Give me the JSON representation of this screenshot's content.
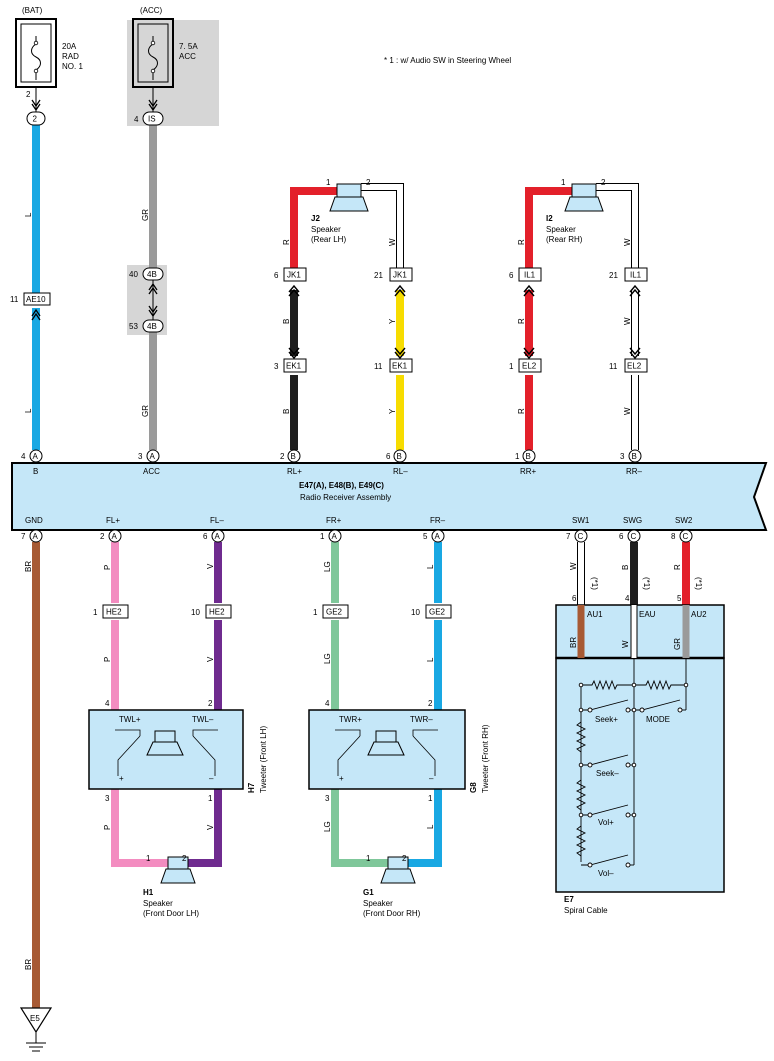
{
  "colors": {
    "L": "#19a8e3",
    "GR": "#9a9a9a",
    "B": "#1e1e1e",
    "Y": "#f7dc00",
    "R": "#e3202a",
    "W": "#ffffff",
    "BR": "#a75a34",
    "P": "#f38cc0",
    "V": "#6f2b8f",
    "LG": "#7fc79a",
    "module": "#c5e7f8",
    "shade": "#d6d6d6"
  },
  "note": "* 1 : w/ Audio SW in Steering Wheel",
  "fuses": {
    "bat": {
      "source": "(BAT)",
      "rating": "20A",
      "name1": "RAD",
      "name2": "NO. 1"
    },
    "acc": {
      "source": "(ACC)",
      "rating": "7. 5A",
      "name1": "ACC"
    }
  },
  "connectors": {
    "c2": "2",
    "cIS": "IS",
    "c4B1": "4B",
    "c4B2": "4B",
    "cAE10": "AE10",
    "cJK1a": "JK1",
    "cJK1b": "JK1",
    "cEK1a": "EK1",
    "cEK1b": "EK1",
    "cIL1a": "IL1",
    "cIL1b": "IL1",
    "cEL2a": "EL2",
    "cEL2b": "EL2",
    "cHE2a": "HE2",
    "cHE2b": "HE2",
    "cGE2a": "GE2",
    "cGE2b": "GE2"
  },
  "pins": {
    "p_fuse_bat": "2",
    "p_is": "4",
    "p_4b_top": "40",
    "p_4b_bot": "53",
    "p_ae10": "11",
    "p_j2_1": "1",
    "p_j2_2": "2",
    "p_jk1a": "6",
    "p_jk1b": "21",
    "p_ek1a": "3",
    "p_ek1b": "11",
    "p_i2_1": "1",
    "p_i2_2": "2",
    "p_il1a": "6",
    "p_il1b": "21",
    "p_el2a": "1",
    "p_el2b": "11",
    "p_top_b": "4",
    "p_top_acc": "3",
    "p_top_rlp": "2",
    "p_top_rlm": "6",
    "p_top_rrp": "1",
    "p_top_rrm": "3",
    "p_bot_gnd": "7",
    "p_bot_flp": "2",
    "p_bot_flm": "6",
    "p_bot_frp": "1",
    "p_bot_frm": "5",
    "p_bot_sw1": "7",
    "p_bot_swg": "6",
    "p_bot_sw2": "8",
    "p_he2a": "1",
    "p_he2b": "10",
    "p_ge2a": "1",
    "p_ge2b": "10",
    "p_h7_4": "4",
    "p_h7_2": "2",
    "p_h7_3": "3",
    "p_h7_1": "1",
    "p_g8_4": "4",
    "p_g8_2": "2",
    "p_g8_3": "3",
    "p_g8_1": "1",
    "p_h1_1": "1",
    "p_h1_2": "2",
    "p_g1_1": "1",
    "p_g1_2": "2",
    "p_e7_6": "6",
    "p_e7_4": "4",
    "p_e7_5": "5"
  },
  "circles": {
    "top_b": "A",
    "top_acc": "A",
    "top_rlp": "B",
    "top_rlm": "B",
    "top_rrp": "B",
    "top_rrm": "B",
    "bot_gnd": "A",
    "bot_flp": "A",
    "bot_flm": "A",
    "bot_frp": "A",
    "bot_frm": "A",
    "bot_sw1": "C",
    "bot_swg": "C",
    "bot_sw2": "C"
  },
  "wires": {
    "L1": "L",
    "L2": "L",
    "GR1": "GR",
    "GR2": "GR",
    "R_j2": "R",
    "W_j2": "W",
    "B1": "B",
    "Y1": "Y",
    "B2": "B",
    "Y2": "Y",
    "R_i2": "R",
    "W_i2": "W",
    "R1": "R",
    "W1": "W",
    "R2": "R",
    "W2": "W",
    "BR_gnd": "BR",
    "BR_gnd2": "BR",
    "P1": "P",
    "V1": "V",
    "LG1": "LG",
    "L3": "L",
    "P2": "P",
    "V2": "V",
    "LG2": "LG",
    "L4": "L",
    "P3": "P",
    "V3": "V",
    "LG3": "LG",
    "L5": "L",
    "W_sw1": "W",
    "B_swg": "B",
    "R_sw2": "R",
    "BR_e7": "BR",
    "W_e7": "W",
    "GR_e7": "GR"
  },
  "stars": {
    "s1": "(*1)",
    "s2": "(*1)",
    "s3": "(*1)"
  },
  "components": {
    "j2": {
      "code": "J2",
      "name": "Speaker",
      "loc": "(Rear LH)"
    },
    "i2": {
      "code": "I2",
      "name": "Speaker",
      "loc": "(Rear RH)"
    },
    "h1": {
      "code": "H1",
      "name": "Speaker",
      "loc": "(Front Door LH)"
    },
    "g1": {
      "code": "G1",
      "name": "Speaker",
      "loc": "(Front Door RH)"
    },
    "h7": {
      "code": "H7",
      "name": "Tweeter (Front LH)",
      "t1": "TWL+",
      "t2": "TWL–"
    },
    "g8": {
      "code": "G8",
      "name": "Tweeter (Front RH)",
      "t1": "TWR+",
      "t2": "TWR–"
    },
    "e7": {
      "code": "E7",
      "name": "Spiral Cable",
      "au1": "AU1",
      "eau": "EAU",
      "au2": "AU2",
      "seekp": "Seek+",
      "mode": "MODE",
      "seekm": "Seek–",
      "volp": "Vol+",
      "volm": "Vol–"
    },
    "radio": {
      "code": "E47(A), E48(B), E49(C)",
      "name": "Radio Receiver Assembly"
    },
    "ground": "E5"
  },
  "terminals_top": {
    "b": "B",
    "acc": "ACC",
    "rlp": "RL+",
    "rlm": "RL–",
    "rrp": "RR+",
    "rrm": "RR–"
  },
  "terminals_bot": {
    "gnd": "GND",
    "flp": "FL+",
    "flm": "FL–",
    "frp": "FR+",
    "frm": "FR–",
    "sw1": "SW1",
    "swg": "SWG",
    "sw2": "SW2"
  },
  "polarity": {
    "h7p": "+",
    "h7m": "–",
    "g8p": "+",
    "g8m": "–"
  }
}
